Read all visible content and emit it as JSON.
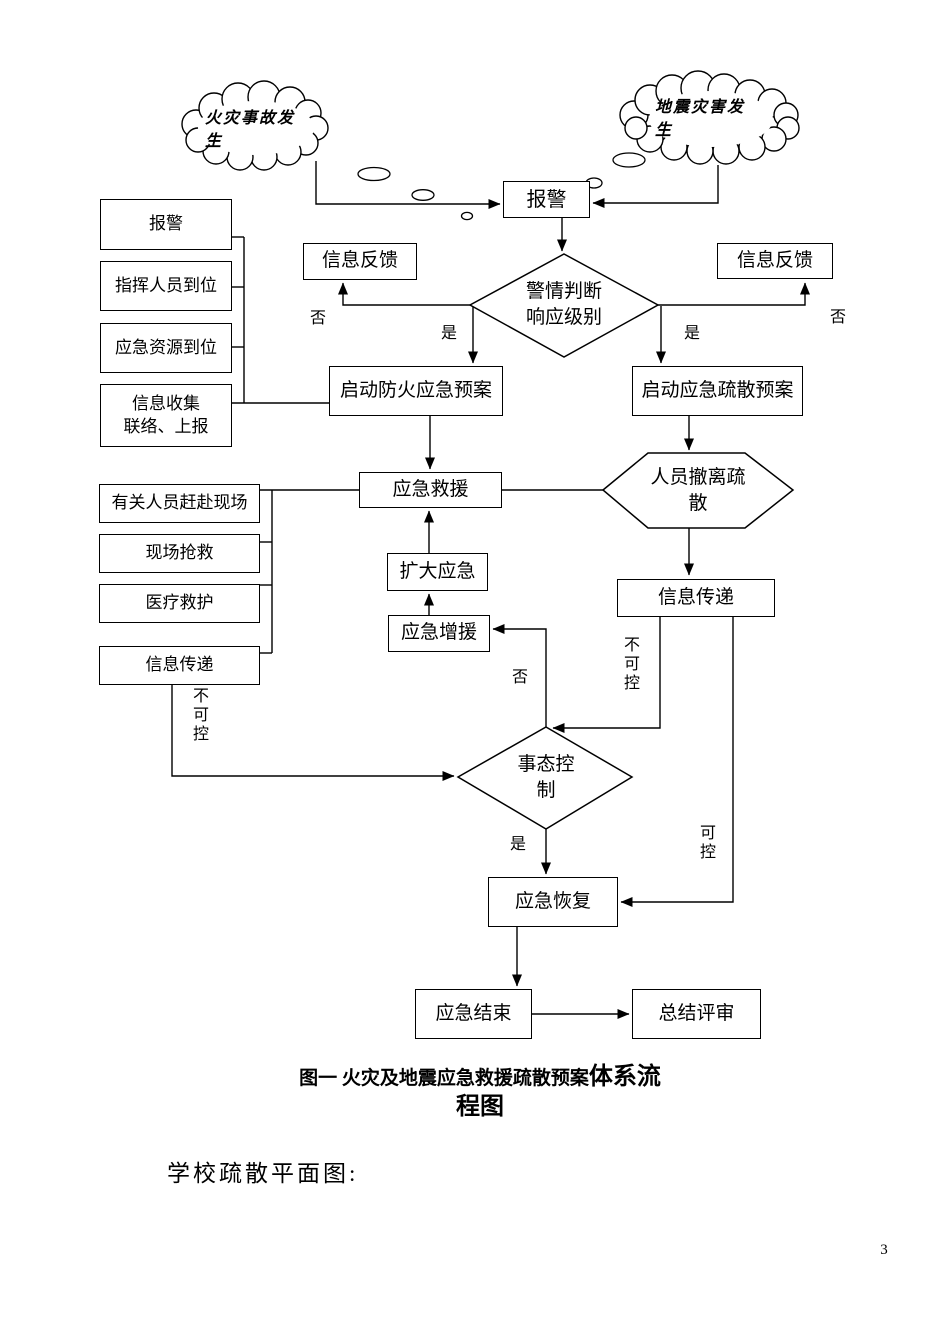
{
  "page": {
    "background": "#ffffff",
    "ink": "#000000",
    "footer_text": "学校疏散平面图:",
    "page_number": "3"
  },
  "caption": {
    "prefix": "图一 火灾及地震应急救援疏散预案",
    "suffix_line1": "体系流",
    "suffix_line2": "程图"
  },
  "clouds": {
    "fire": "火灾事故发\n生",
    "earthquake": "地震灾害发\n生"
  },
  "nodes": {
    "alarm": "报警",
    "alarm_side": "报警",
    "command_in_place": "指挥人员到位",
    "resources_in_place": "应急资源到位",
    "info_collection": "信息收集\n联络、上报",
    "feedback_left": "信息反馈",
    "feedback_right": "信息反馈",
    "alert_decision": "警情判断\n响应级别",
    "start_fire_plan": "启动防火应急预案",
    "start_evac_plan": "启动应急疏散预案",
    "rescue": "应急救援",
    "evacuate": "人员撤离疏\n散",
    "info_relay_right": "信息传递",
    "staff_to_scene": "有关人员赶赴现场",
    "scene_rescue": "现场抢救",
    "medical_care": "医疗救护",
    "info_relay_left": "信息传递",
    "expand_response": "扩大应急",
    "reinforce": "应急增援",
    "control_decision": "事态控\n制",
    "recovery": "应急恢复",
    "finish": "应急结束",
    "review": "总结评审"
  },
  "edge_labels": {
    "no_left": "否",
    "yes_left": "是",
    "yes_right": "是",
    "no_right": "否",
    "uncontrollable_left": "不可控",
    "no_reinforce": "否",
    "uncontrollable_right": "不可控",
    "controllable": "可控",
    "yes_controlled": "是"
  }
}
